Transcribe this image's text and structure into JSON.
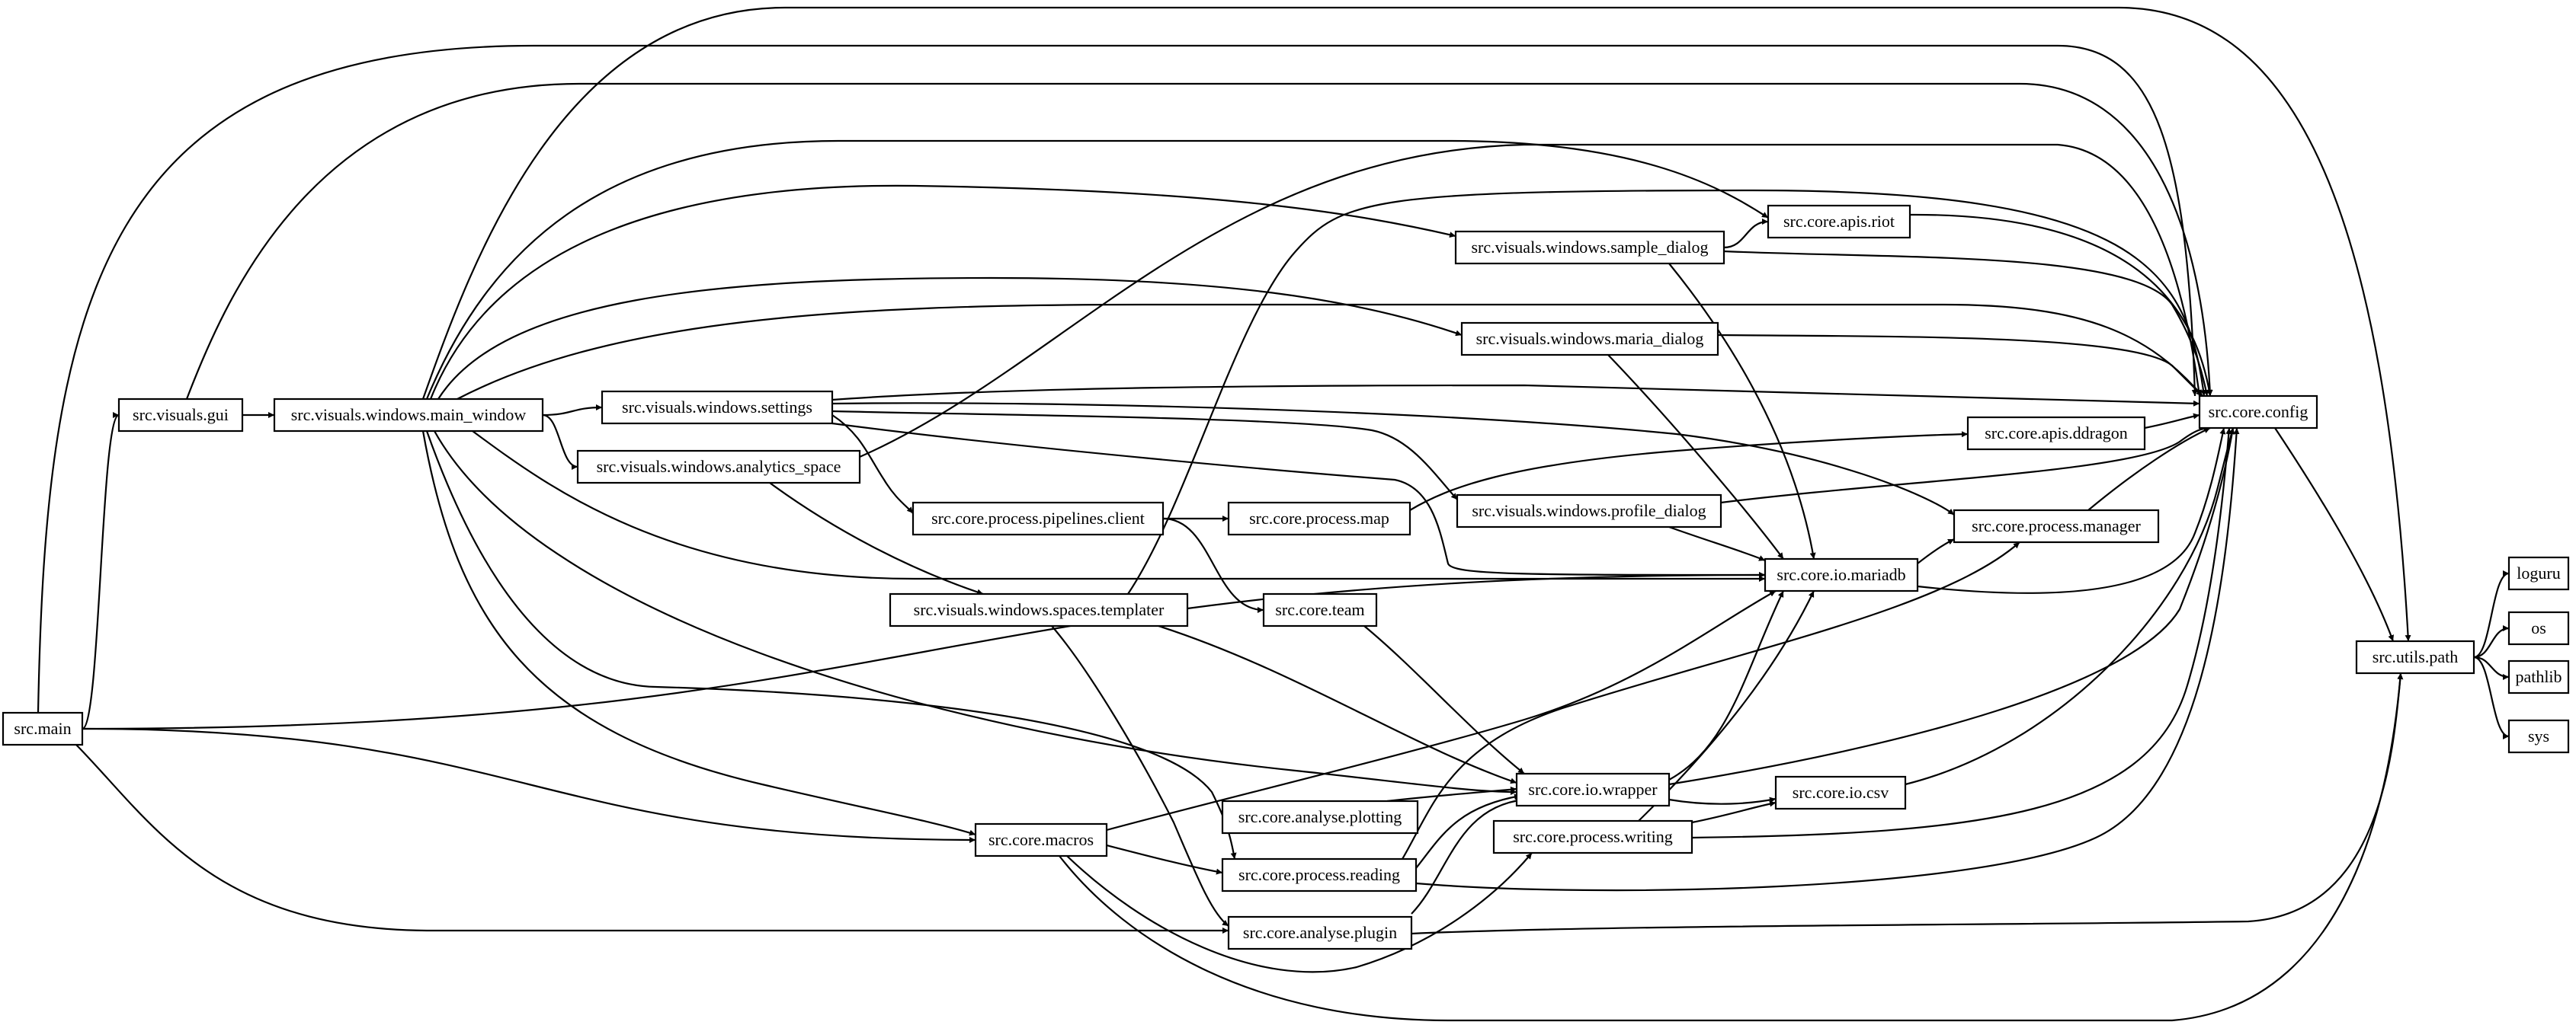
{
  "diagram": {
    "type": "dependency-graph",
    "nodes": [
      {
        "id": "src.main",
        "label": "src.main"
      },
      {
        "id": "src.visuals.gui",
        "label": "src.visuals.gui"
      },
      {
        "id": "src.visuals.windows.main_window",
        "label": "src.visuals.windows.main_window"
      },
      {
        "id": "src.visuals.windows.settings",
        "label": "src.visuals.windows.settings"
      },
      {
        "id": "src.visuals.windows.analytics_space",
        "label": "src.visuals.windows.analytics_space"
      },
      {
        "id": "src.visuals.windows.spaces.templater",
        "label": "src.visuals.windows.spaces.templater"
      },
      {
        "id": "src.core.process.pipelines.client",
        "label": "src.core.process.pipelines.client"
      },
      {
        "id": "src.core.process.map",
        "label": "src.core.process.map"
      },
      {
        "id": "src.core.team",
        "label": "src.core.team"
      },
      {
        "id": "src.core.macros",
        "label": "src.core.macros"
      },
      {
        "id": "src.core.analyse.plotting",
        "label": "src.core.analyse.plotting"
      },
      {
        "id": "src.core.process.reading",
        "label": "src.core.process.reading"
      },
      {
        "id": "src.core.analyse.plugin",
        "label": "src.core.analyse.plugin"
      },
      {
        "id": "src.visuals.windows.sample_dialog",
        "label": "src.visuals.windows.sample_dialog"
      },
      {
        "id": "src.visuals.windows.maria_dialog",
        "label": "src.visuals.windows.maria_dialog"
      },
      {
        "id": "src.visuals.windows.profile_dialog",
        "label": "src.visuals.windows.profile_dialog"
      },
      {
        "id": "src.core.io.wrapper",
        "label": "src.core.io.wrapper"
      },
      {
        "id": "src.core.process.writing",
        "label": "src.core.process.writing"
      },
      {
        "id": "src.core.apis.riot",
        "label": "src.core.apis.riot"
      },
      {
        "id": "src.core.io.mariadb",
        "label": "src.core.io.mariadb"
      },
      {
        "id": "src.core.io.csv",
        "label": "src.core.io.csv"
      },
      {
        "id": "src.core.apis.ddragon",
        "label": "src.core.apis.ddragon"
      },
      {
        "id": "src.core.process.manager",
        "label": "src.core.process.manager"
      },
      {
        "id": "src.core.config",
        "label": "src.core.config"
      },
      {
        "id": "src.utils.path",
        "label": "src.utils.path"
      },
      {
        "id": "loguru",
        "label": "loguru"
      },
      {
        "id": "os",
        "label": "os"
      },
      {
        "id": "pathlib",
        "label": "pathlib"
      },
      {
        "id": "sys",
        "label": "sys"
      }
    ],
    "edges": [
      {
        "from": "src.main",
        "to": "src.visuals.gui"
      },
      {
        "from": "src.main",
        "to": "src.core.config"
      },
      {
        "from": "src.main",
        "to": "src.core.io.mariadb"
      },
      {
        "from": "src.main",
        "to": "src.core.macros"
      },
      {
        "from": "src.main",
        "to": "src.core.analyse.plugin"
      },
      {
        "from": "src.visuals.gui",
        "to": "src.visuals.windows.main_window"
      },
      {
        "from": "src.visuals.gui",
        "to": "src.core.config"
      },
      {
        "from": "src.visuals.windows.main_window",
        "to": "src.visuals.windows.settings"
      },
      {
        "from": "src.visuals.windows.main_window",
        "to": "src.visuals.windows.analytics_space"
      },
      {
        "from": "src.visuals.windows.main_window",
        "to": "src.utils.path"
      },
      {
        "from": "src.visuals.windows.main_window",
        "to": "src.core.apis.riot"
      },
      {
        "from": "src.visuals.windows.main_window",
        "to": "src.visuals.windows.sample_dialog"
      },
      {
        "from": "src.visuals.windows.main_window",
        "to": "src.visuals.windows.maria_dialog"
      },
      {
        "from": "src.visuals.windows.main_window",
        "to": "src.core.config"
      },
      {
        "from": "src.visuals.windows.main_window",
        "to": "src.core.io.mariadb"
      },
      {
        "from": "src.visuals.windows.main_window",
        "to": "src.core.io.wrapper"
      },
      {
        "from": "src.visuals.windows.main_window",
        "to": "src.core.process.reading"
      },
      {
        "from": "src.visuals.windows.main_window",
        "to": "src.core.macros"
      },
      {
        "from": "src.visuals.windows.settings",
        "to": "src.core.config"
      },
      {
        "from": "src.visuals.windows.settings",
        "to": "src.core.process.pipelines.client"
      },
      {
        "from": "src.visuals.windows.settings",
        "to": "src.visuals.windows.profile_dialog"
      },
      {
        "from": "src.visuals.windows.settings",
        "to": "src.core.process.manager"
      },
      {
        "from": "src.visuals.windows.settings",
        "to": "src.core.io.mariadb"
      },
      {
        "from": "src.visuals.windows.analytics_space",
        "to": "src.core.config"
      },
      {
        "from": "src.visuals.windows.analytics_space",
        "to": "src.visuals.windows.spaces.templater"
      },
      {
        "from": "src.core.process.pipelines.client",
        "to": "src.core.process.map"
      },
      {
        "from": "src.core.process.pipelines.client",
        "to": "src.core.team"
      },
      {
        "from": "src.core.process.map",
        "to": "src.core.apis.ddragon"
      },
      {
        "from": "src.visuals.windows.spaces.templater",
        "to": "src.core.config"
      },
      {
        "from": "src.visuals.windows.spaces.templater",
        "to": "src.core.io.wrapper"
      },
      {
        "from": "src.visuals.windows.spaces.templater",
        "to": "src.core.analyse.plugin"
      },
      {
        "from": "src.core.team",
        "to": "src.core.io.wrapper"
      },
      {
        "from": "src.core.macros",
        "to": "src.core.io.mariadb"
      },
      {
        "from": "src.core.macros",
        "to": "src.core.process.reading"
      },
      {
        "from": "src.core.macros",
        "to": "src.core.process.writing"
      },
      {
        "from": "src.core.macros",
        "to": "src.utils.path"
      },
      {
        "from": "src.core.analyse.plotting",
        "to": "src.core.io.wrapper"
      },
      {
        "from": "src.core.process.reading",
        "to": "src.core.io.wrapper"
      },
      {
        "from": "src.core.process.reading",
        "to": "src.core.process.manager"
      },
      {
        "from": "src.core.process.reading",
        "to": "src.core.config"
      },
      {
        "from": "src.core.analyse.plugin",
        "to": "src.core.io.wrapper"
      },
      {
        "from": "src.core.analyse.plugin",
        "to": "src.utils.path"
      },
      {
        "from": "src.visuals.windows.sample_dialog",
        "to": "src.core.apis.riot"
      },
      {
        "from": "src.visuals.windows.sample_dialog",
        "to": "src.core.config"
      },
      {
        "from": "src.visuals.windows.sample_dialog",
        "to": "src.core.io.mariadb"
      },
      {
        "from": "src.visuals.windows.maria_dialog",
        "to": "src.core.config"
      },
      {
        "from": "src.visuals.windows.maria_dialog",
        "to": "src.core.io.mariadb"
      },
      {
        "from": "src.visuals.windows.profile_dialog",
        "to": "src.core.config"
      },
      {
        "from": "src.visuals.windows.profile_dialog",
        "to": "src.core.io.mariadb"
      },
      {
        "from": "src.core.io.wrapper",
        "to": "src.core.io.mariadb"
      },
      {
        "from": "src.core.io.wrapper",
        "to": "src.core.io.csv"
      },
      {
        "from": "src.core.io.wrapper",
        "to": "src.core.config"
      },
      {
        "from": "src.core.process.writing",
        "to": "src.core.io.csv"
      },
      {
        "from": "src.core.process.writing",
        "to": "src.core.io.mariadb"
      },
      {
        "from": "src.core.process.writing",
        "to": "src.core.config"
      },
      {
        "from": "src.core.apis.riot",
        "to": "src.core.config"
      },
      {
        "from": "src.core.io.mariadb",
        "to": "src.core.process.manager"
      },
      {
        "from": "src.core.io.mariadb",
        "to": "src.core.config"
      },
      {
        "from": "src.core.io.csv",
        "to": "src.core.config"
      },
      {
        "from": "src.core.apis.ddragon",
        "to": "src.core.config"
      },
      {
        "from": "src.core.process.manager",
        "to": "src.core.config"
      },
      {
        "from": "src.core.config",
        "to": "src.utils.path"
      },
      {
        "from": "src.utils.path",
        "to": "loguru"
      },
      {
        "from": "src.utils.path",
        "to": "os"
      },
      {
        "from": "src.utils.path",
        "to": "pathlib"
      },
      {
        "from": "src.utils.path",
        "to": "sys"
      }
    ]
  }
}
